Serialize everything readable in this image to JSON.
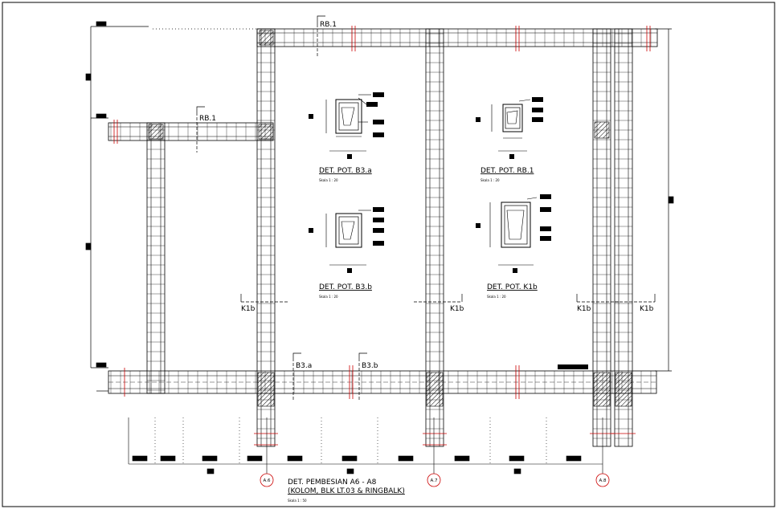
{
  "drawing": {
    "main_title": {
      "line1": "DET. PEMBESIAN A6 - A8",
      "line2": "(KOLOM, BLK LT.03 & RINGBALK)",
      "scale": "Skala  1 : 50"
    },
    "sections": [
      {
        "id": "b3a",
        "title": "DET. POT. B3.a",
        "scale": "Skala  1 : 20"
      },
      {
        "id": "rb1",
        "title": "DET. POT. RB.1",
        "scale": "Skala  1 : 20"
      },
      {
        "id": "b3b",
        "title": "DET. POT. B3.b",
        "scale": "Skala  1 : 20"
      },
      {
        "id": "k1b",
        "title": "DET. POT. K1b",
        "scale": "Skala  1 : 20"
      }
    ],
    "beam_tags": {
      "rb1_top": "RB.1",
      "rb1_left": "RB.1",
      "b3a": "B3.a",
      "b3b": "B3.b"
    },
    "column_tags": {
      "k1b_1": "K1b",
      "k1b_2": "K1b",
      "k1b_3": "K1b",
      "k1b_4": "K1b"
    },
    "axes": {
      "a6": "A.6",
      "a7": "A.7",
      "a8": "A.8"
    }
  }
}
